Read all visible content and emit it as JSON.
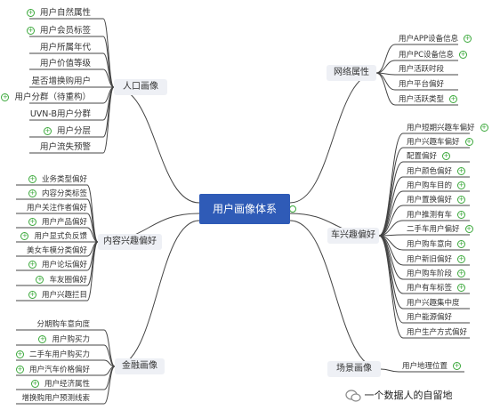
{
  "root": {
    "label": "用户画像体系"
  },
  "categories": {
    "population": "人口画像",
    "content": "内容兴趣偏好",
    "finance": "金融画像",
    "network": "网络属性",
    "car": "车兴趣偏好",
    "scene": "场景画像"
  },
  "population_items": [
    "用户自然属性",
    "用户会员标签",
    "用户所属年代",
    "用户价值等级",
    "是否增换购用户",
    "用户分群（待重构）",
    "UVN-B用户分群",
    "用户分层",
    "用户流失预警"
  ],
  "content_items": [
    "业务类型偏好",
    "内容分类标签",
    "用户关注作者偏好",
    "用户产品偏好",
    "用户显式负反馈",
    "美女车模分类偏好",
    "用户论坛偏好",
    "车友圈偏好",
    "用户兴趣拦目"
  ],
  "finance_items": [
    "分期购车意向度",
    "用户购买力",
    "二手车用户购买力",
    "用户汽车价格偏好",
    "用户经济属性",
    "增换购用户预测线索"
  ],
  "network_items": [
    "用户APP设备信息",
    "用户PC设备信息",
    "用户活跃时段",
    "用户平台偏好",
    "用户活跃类型"
  ],
  "car_items": [
    "用户短期兴趣车偏好",
    "用户兴趣车偏好",
    "配置偏好",
    "用户颜色偏好",
    "用户购车目的",
    "用户置换偏好",
    "用户推测有车",
    "二手车用户偏好",
    "用户购车意向",
    "用户新旧偏好",
    "用户购车阶段",
    "用户有车标签",
    "用户兴趣集中度",
    "用户能源偏好",
    "用户生产方式偏好"
  ],
  "scene_items": [
    "用户地理位置"
  ],
  "watermark": "一个数据人的自留地",
  "colors": {
    "root": "#2f5bb7",
    "plus": "#3aa83a",
    "line": "#444444"
  }
}
